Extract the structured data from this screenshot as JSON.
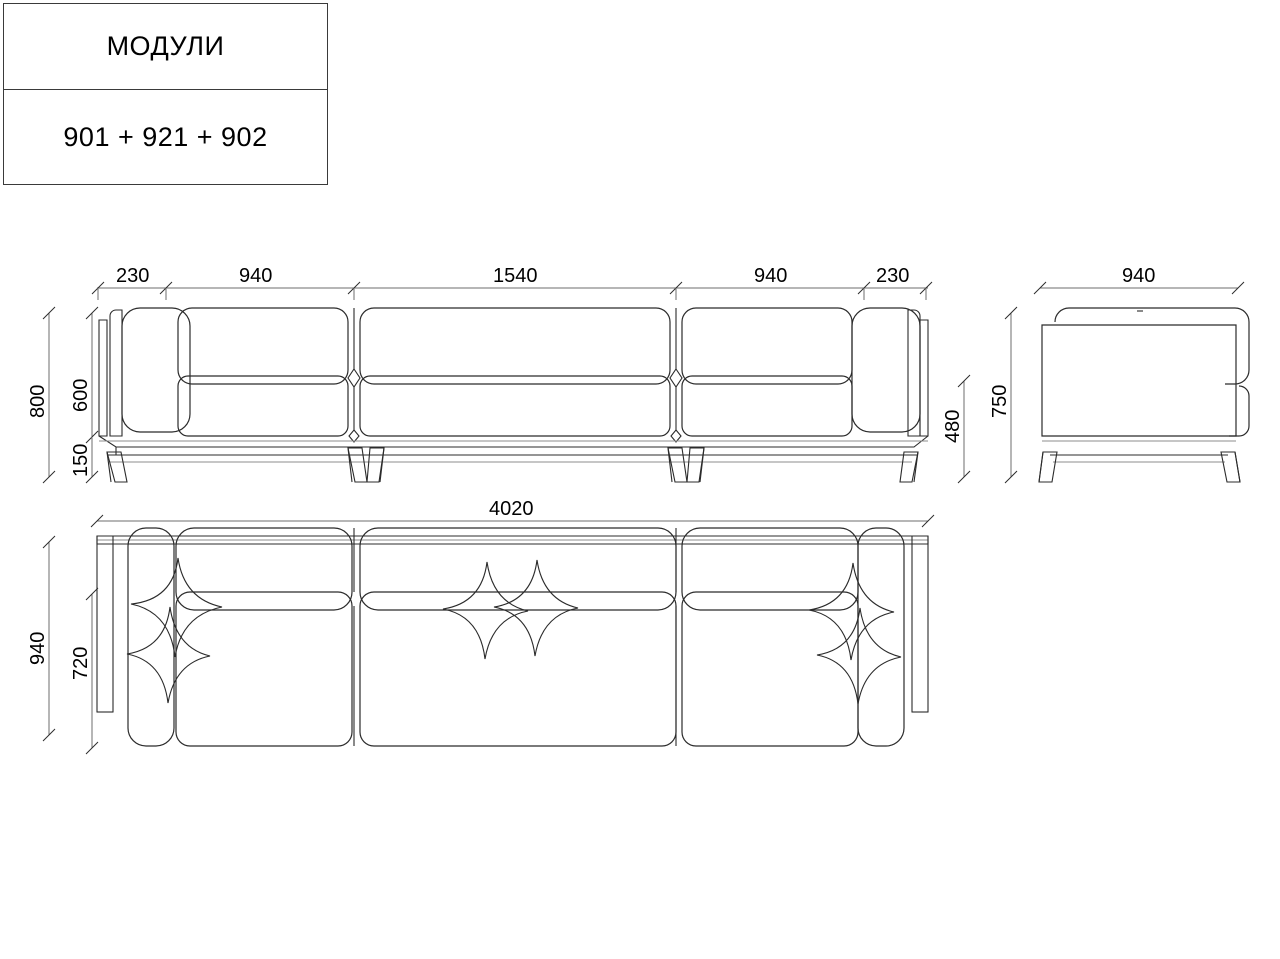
{
  "title_block": {
    "heading": "МОДУЛИ",
    "modules": "901 + 921 + 902"
  },
  "drawing": {
    "product": "modular-sofa",
    "units": "mm",
    "line_color": "#2b2b2b",
    "thin_line_color": "#8a8a8a",
    "views": [
      {
        "name": "front-elevation",
        "id": "front"
      },
      {
        "name": "side-elevation",
        "id": "side"
      },
      {
        "name": "plan-top-view",
        "id": "plan"
      }
    ]
  },
  "dimensions": {
    "front_top": [
      {
        "name": "arm-left-width",
        "value": "230"
      },
      {
        "name": "seat-left-width",
        "value": "940"
      },
      {
        "name": "seat-center-width",
        "value": "1540"
      },
      {
        "name": "seat-right-width",
        "value": "940"
      },
      {
        "name": "arm-right-width",
        "value": "230"
      }
    ],
    "front_left": [
      {
        "name": "overall-height",
        "value": "800"
      },
      {
        "name": "body-height",
        "value": "600"
      },
      {
        "name": "leg-height",
        "value": "150"
      }
    ],
    "front_right": [
      {
        "name": "arm-height",
        "value": "480"
      }
    ],
    "side_view": [
      {
        "name": "depth",
        "value": "940"
      },
      {
        "name": "back-height",
        "value": "750"
      }
    ],
    "plan_view": [
      {
        "name": "overall-length",
        "value": "4020"
      },
      {
        "name": "overall-depth",
        "value": "940"
      },
      {
        "name": "seat-depth",
        "value": "720"
      }
    ]
  }
}
